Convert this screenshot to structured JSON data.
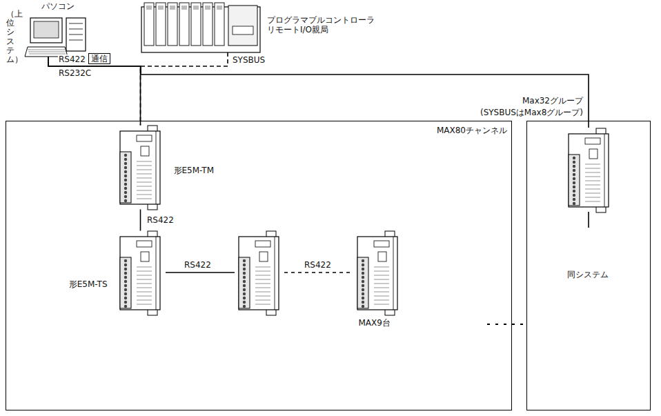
{
  "diagram": {
    "nodes": [
      {
        "text": [
          "パソコン"
        ]
      },
      {
        "text": [
          "プログラマブルコントローラ リモートI/O親局"
        ]
      },
      {
        "text": [
          "通信"
        ]
      },
      {
        "text": [
          "MAX80チャンネル"
        ]
      },
      {
        "text": [
          "形E5M-TM"
        ],
        "in": 3
      },
      {
        "text": [
          "形E5M-TS"
        ],
        "in": 3
      },
      {
        "text": [
          "MAX9台"
        ],
        "in": 3
      },
      {
        "text": [
          "同システム"
        ]
      }
    ],
    "edges": [
      {
        "from": 0,
        "to": 4,
        "arrow": "none"
      },
      {
        "from": 1,
        "to": 4,
        "arrow": "none",
        "label": "SYSBUS"
      },
      {
        "from": 4,
        "to": 5,
        "arrow": "none",
        "label": "RS422"
      },
      {
        "from": 0,
        "to": 7,
        "arrow": "none"
      }
    ],
    "labels": [
      "（上位システム）",
      "RS422",
      "RS232C",
      "Max32グループ",
      "(SYSBUSはMax8グループ)",
      "RS422",
      "RS422"
    ]
  }
}
